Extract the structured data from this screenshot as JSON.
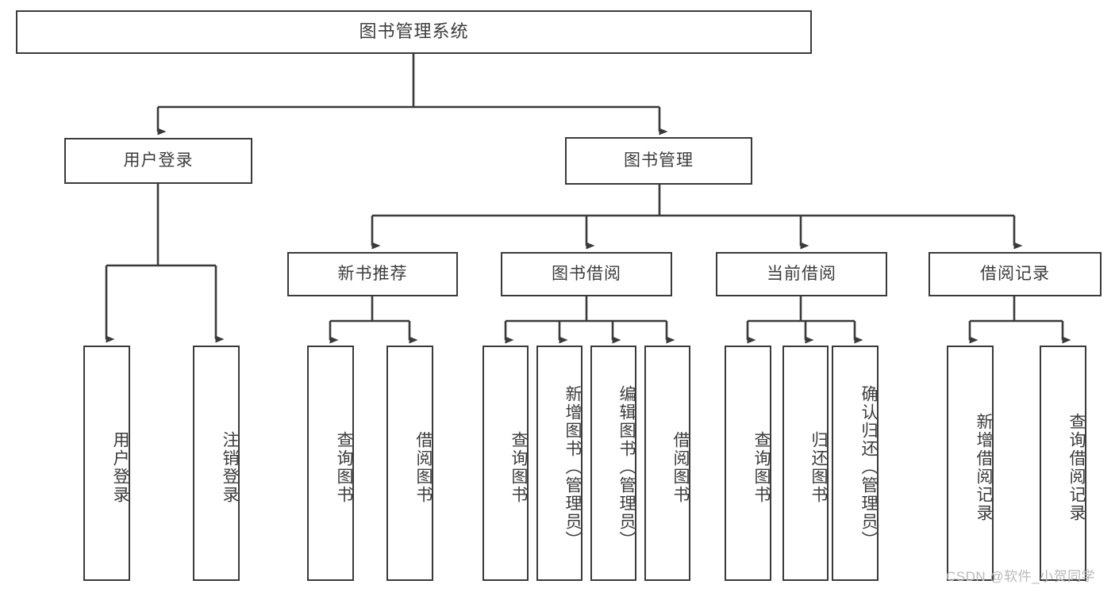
{
  "diagram": {
    "title": "图书管理系统",
    "type": "tree-hierarchy",
    "root": {
      "label": "图书管理系统"
    },
    "level2": [
      {
        "label": "用户登录"
      },
      {
        "label": "图书管理"
      }
    ],
    "level3": [
      {
        "label": "新书推荐"
      },
      {
        "label": "图书借阅"
      },
      {
        "label": "当前借阅"
      },
      {
        "label": "借阅记录"
      }
    ],
    "leaves": {
      "user_login": [
        {
          "label": "用户登录"
        },
        {
          "label": "注销登录"
        }
      ],
      "new_book_recommend": [
        {
          "label": "查询图书"
        },
        {
          "label": "借阅图书"
        }
      ],
      "book_borrow": [
        {
          "label": "查询图书"
        },
        {
          "label": "新增图书（管理员）"
        },
        {
          "label": "编辑图书（管理员）"
        },
        {
          "label": "借阅图书"
        }
      ],
      "current_borrow": [
        {
          "label": "查询图书"
        },
        {
          "label": "归还图书"
        },
        {
          "label": "确认归还（管理员）"
        }
      ],
      "borrow_record": [
        {
          "label": "新增借阅记录"
        },
        {
          "label": "查询借阅记录"
        }
      ]
    }
  },
  "watermark": {
    "text": "CSDN @软件_小贺同学"
  },
  "colors": {
    "stroke": "#3a3a3a",
    "text": "#3c3c3c",
    "background": "#ffffff",
    "watermark": "#b9b9b9"
  }
}
